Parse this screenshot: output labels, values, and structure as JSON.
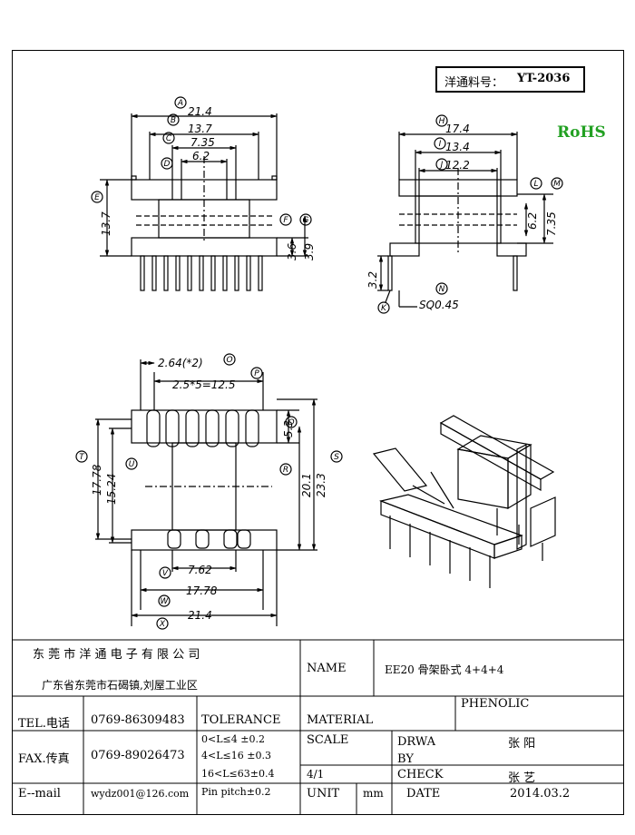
{
  "part_number": {
    "label": "洋通料号：",
    "value": "YT-2036"
  },
  "rohs": "RoHS",
  "front_view": {
    "dims": [
      "21.4",
      "13.7",
      "7.35",
      "6.2",
      "13.7",
      "3.6",
      "3.9"
    ],
    "letters": [
      "A",
      "B",
      "C",
      "D",
      "E",
      "F",
      "G"
    ]
  },
  "side_view": {
    "dims": [
      "17.4",
      "13.4",
      "12.2",
      "6.2",
      "7.35",
      "3.2",
      "SQ0.45"
    ],
    "letters": [
      "H",
      "I",
      "J",
      "L",
      "M",
      "N",
      "K"
    ]
  },
  "bottom_view": {
    "dims": [
      "2.64(*2)",
      "2.5*5=12.5",
      "5.3",
      "17.78",
      "15.24",
      "20.1",
      "23.3",
      "7.62",
      "17.78",
      "21.4"
    ],
    "letters": [
      "O",
      "P",
      "Q",
      "T",
      "U",
      "R",
      "S",
      "V",
      "W",
      "X"
    ]
  },
  "title_block": {
    "company": "东 莞 市 洋 通 电 子 有 限 公 司",
    "address": "广东省东莞市石碣镇,刘屋工业区",
    "name_label": "NAME",
    "name_value": "EE20 骨架卧式 4+4+4",
    "tel_label": "TEL.电话",
    "tel_value": "0769-86309483",
    "fax_label": "FAX.传真",
    "fax_value": "0769-89026473",
    "email_label": "E--mail",
    "email_value": "wydz001@126.com",
    "tolerance_label": "TOLERANCE",
    "tolerances": [
      "0<L≤4   ±0.2",
      "4<L≤16  ±0.3",
      "16<L≤63±0.4",
      "Pin pitch±0.2"
    ],
    "material_label": "MATERIAL",
    "material_value": "PHENOLIC",
    "scale_label": "SCALE",
    "scale_value": "4/1",
    "drawn_label": "DRWA BY",
    "drawn_value": "张 阳",
    "check_label": "CHECK",
    "check_value": "张 艺",
    "unit_label": "UNIT",
    "unit_value": "mm",
    "date_label": "DATE",
    "date_value": "2014.03.2"
  }
}
